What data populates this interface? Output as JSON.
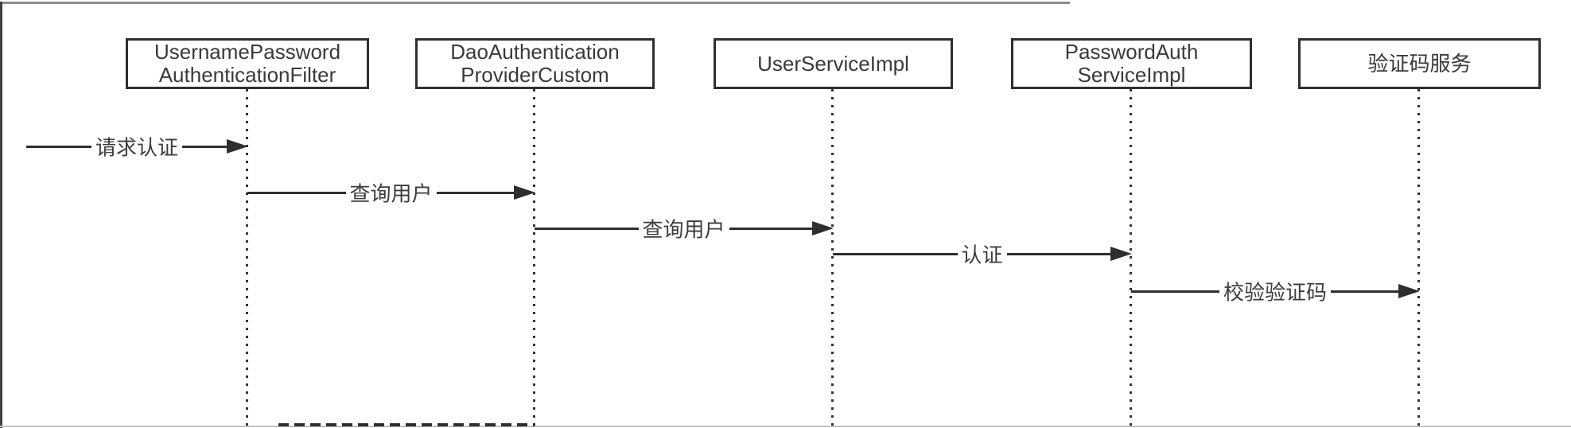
{
  "diagram": {
    "type": "sequence-diagram",
    "participants": [
      {
        "line1": "UsernamePassword",
        "line2": "AuthenticationFilter"
      },
      {
        "line1": "DaoAuthentication",
        "line2": "ProviderCustom"
      },
      {
        "line1": "UserServiceImpl"
      },
      {
        "line1": "PasswordAuth",
        "line2": "ServiceImpl"
      },
      {
        "line1": "验证码服务"
      }
    ],
    "messages": [
      {
        "label": "请求认证",
        "from": "external",
        "to": "UsernamePasswordAuthenticationFilter"
      },
      {
        "label": "查询用户",
        "from": "UsernamePasswordAuthenticationFilter",
        "to": "DaoAuthenticationProviderCustom"
      },
      {
        "label": "查询用户",
        "from": "DaoAuthenticationProviderCustom",
        "to": "UserServiceImpl"
      },
      {
        "label": "认证",
        "from": "UserServiceImpl",
        "to": "PasswordAuthServiceImpl"
      },
      {
        "label": "校验验证码",
        "from": "PasswordAuthServiceImpl",
        "to": "验证码服务"
      }
    ],
    "colors": {
      "arrow_line": "#2e2e2e",
      "box_border": "#2f2f2f",
      "text": "#3a3a3a",
      "top_frame_line": "#8c8c8c",
      "left_frame_line": "#3f3f3f",
      "bottom_faint_line": "#c3c3c3"
    }
  }
}
